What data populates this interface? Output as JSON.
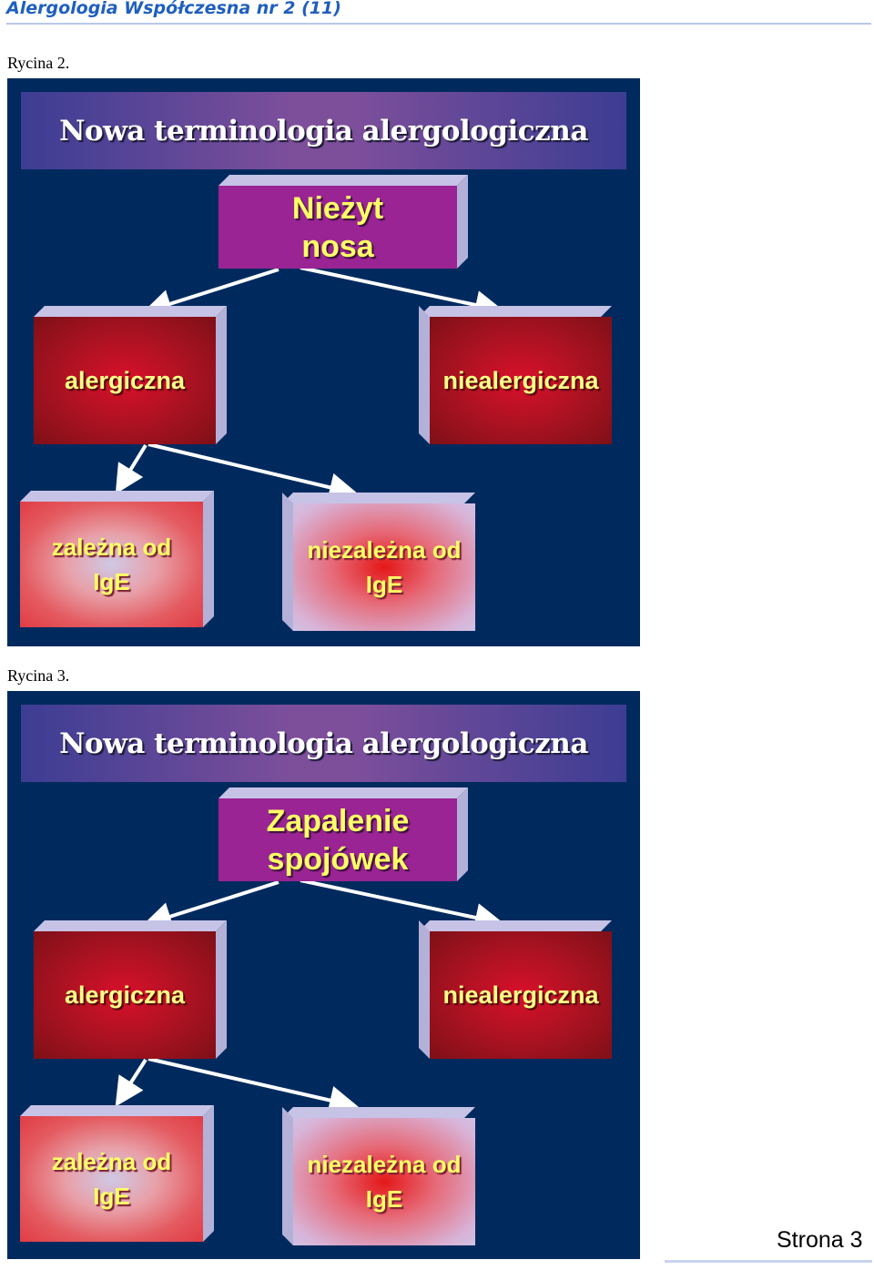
{
  "header": {
    "journal_title": "Alergologia Współczesna nr 2 (11)"
  },
  "figures": [
    {
      "caption": "Rycina 2.",
      "slide_title": "Nowa terminologia alergologiczna",
      "root": [
        "Nieżyt",
        "nosa"
      ],
      "level2": {
        "left": "alergiczna",
        "right": "niealergiczna"
      },
      "level3": {
        "left": [
          "zależna od",
          "IgE"
        ],
        "right": [
          "niezależna od",
          "IgE"
        ]
      }
    },
    {
      "caption": "Rycina 3.",
      "slide_title": "Nowa terminologia alergologiczna",
      "root": [
        "Zapalenie",
        "spojówek"
      ],
      "level2": {
        "left": "alergiczna",
        "right": "niealergiczna"
      },
      "level3": {
        "left": [
          "zależna od",
          "IgE"
        ],
        "right": [
          "niezależna od",
          "IgE"
        ]
      }
    }
  ],
  "footer": {
    "page_number": "Strona 3"
  },
  "colors": {
    "journal_title": "#1f5fbf",
    "slide_background": "#002a5e",
    "root_box": "#9a2494",
    "label_text": "#ffff66"
  }
}
